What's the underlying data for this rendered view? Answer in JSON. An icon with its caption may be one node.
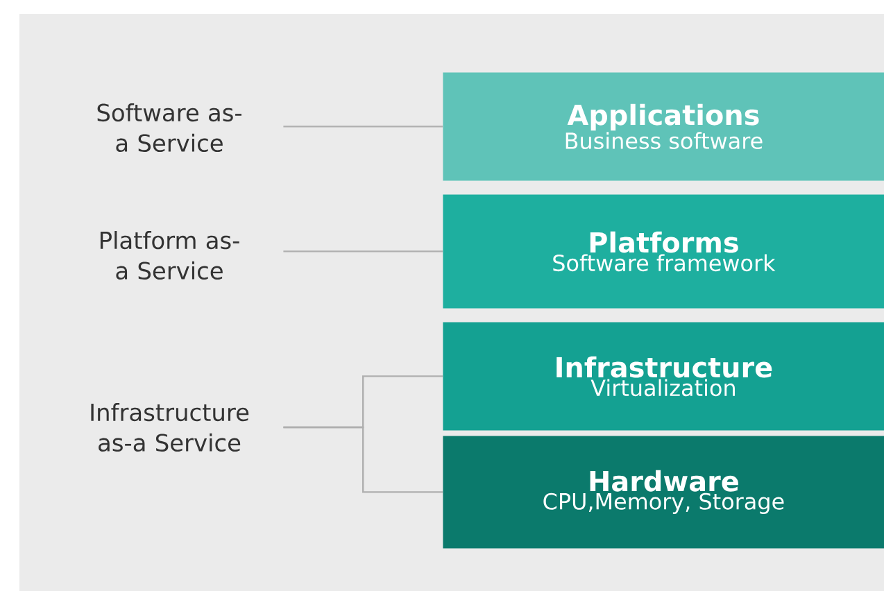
{
  "diagram": {
    "nodes": [
      {
        "text": [
          "Software as-a Service"
        ]
      },
      {
        "text": [
          "Platform as-a Service"
        ]
      },
      {
        "text": [
          "Infrastructure as-a Service"
        ]
      },
      {
        "text": [
          "Applications",
          "Business software"
        ]
      },
      {
        "text": [
          "Platforms",
          "Software framework"
        ]
      },
      {
        "text": [
          "Infrastructure",
          "Virtualization"
        ]
      },
      {
        "text": [
          "Hardware",
          "CPU,Memory, Storage"
        ]
      }
    ],
    "edges": [
      {
        "from": 0,
        "to": 3,
        "arrow": "none"
      },
      {
        "from": 1,
        "to": 4,
        "arrow": "none"
      },
      {
        "from": 2,
        "to": 5,
        "arrow": "none"
      },
      {
        "from": 2,
        "to": 6,
        "arrow": "none"
      }
    ]
  }
}
